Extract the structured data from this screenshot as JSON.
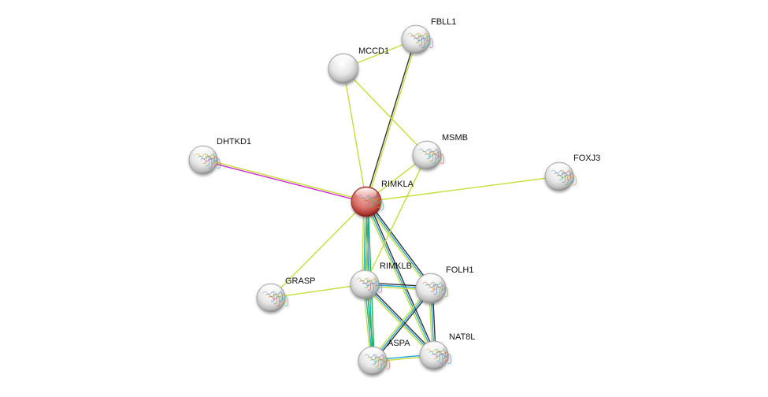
{
  "network": {
    "nodes": [
      {
        "id": "RIMKLA",
        "label": "RIMKLA",
        "query": true,
        "color": "#d9534f",
        "icon": "protein-structure-icon"
      },
      {
        "id": "FBLL1",
        "label": "FBLL1",
        "query": false,
        "icon": "protein-structure-icon"
      },
      {
        "id": "MCCD1",
        "label": "MCCD1",
        "query": false,
        "icon": "empty-node-icon"
      },
      {
        "id": "MSMB",
        "label": "MSMB",
        "query": false,
        "icon": "protein-structure-icon"
      },
      {
        "id": "DHTKD1",
        "label": "DHTKD1",
        "query": false,
        "icon": "protein-structure-icon"
      },
      {
        "id": "FOXJ3",
        "label": "FOXJ3",
        "query": false,
        "icon": "protein-structure-icon"
      },
      {
        "id": "GRASP",
        "label": "GRASP",
        "query": false,
        "icon": "protein-structure-icon"
      },
      {
        "id": "RIMKLB",
        "label": "RIMKLB",
        "query": false,
        "icon": "protein-structure-icon"
      },
      {
        "id": "FOLH1",
        "label": "FOLH1",
        "query": false,
        "icon": "protein-structure-icon"
      },
      {
        "id": "ASPA",
        "label": "ASPA",
        "query": false,
        "icon": "protein-structure-icon"
      },
      {
        "id": "NAT8L",
        "label": "NAT8L",
        "query": false,
        "icon": "protein-structure-icon"
      }
    ],
    "edges": [
      {
        "source": "RIMKLA",
        "target": "FBLL1",
        "evidence": [
          "coexpression",
          "textmining"
        ]
      },
      {
        "source": "RIMKLA",
        "target": "MCCD1",
        "evidence": [
          "textmining"
        ]
      },
      {
        "source": "MCCD1",
        "target": "FBLL1",
        "evidence": [
          "textmining"
        ]
      },
      {
        "source": "MCCD1",
        "target": "MSMB",
        "evidence": [
          "textmining"
        ]
      },
      {
        "source": "RIMKLA",
        "target": "MSMB",
        "evidence": [
          "textmining"
        ]
      },
      {
        "source": "RIMKLA",
        "target": "DHTKD1",
        "evidence": [
          "experiments",
          "textmining"
        ]
      },
      {
        "source": "RIMKLA",
        "target": "FOXJ3",
        "evidence": [
          "textmining"
        ]
      },
      {
        "source": "RIMKLA",
        "target": "GRASP",
        "evidence": [
          "textmining"
        ]
      },
      {
        "source": "RIMKLA",
        "target": "RIMKLB",
        "evidence": [
          "homology",
          "neighborhood",
          "databases",
          "textmining"
        ]
      },
      {
        "source": "RIMKLA",
        "target": "FOLH1",
        "evidence": [
          "coexpression",
          "databases",
          "textmining"
        ]
      },
      {
        "source": "RIMKLA",
        "target": "ASPA",
        "evidence": [
          "gene-fusion",
          "databases",
          "textmining"
        ]
      },
      {
        "source": "RIMKLA",
        "target": "NAT8L",
        "evidence": [
          "coexpression",
          "databases",
          "textmining"
        ]
      },
      {
        "source": "MSMB",
        "target": "RIMKLB",
        "evidence": [
          "textmining"
        ]
      },
      {
        "source": "GRASP",
        "target": "RIMKLB",
        "evidence": [
          "textmining"
        ]
      },
      {
        "source": "RIMKLB",
        "target": "FOLH1",
        "evidence": [
          "coexpression",
          "databases",
          "textmining"
        ]
      },
      {
        "source": "RIMKLB",
        "target": "ASPA",
        "evidence": [
          "gene-fusion",
          "databases",
          "textmining"
        ]
      },
      {
        "source": "RIMKLB",
        "target": "NAT8L",
        "evidence": [
          "coexpression",
          "databases",
          "textmining"
        ]
      },
      {
        "source": "FOLH1",
        "target": "ASPA",
        "evidence": [
          "coexpression",
          "databases",
          "textmining"
        ]
      },
      {
        "source": "FOLH1",
        "target": "NAT8L",
        "evidence": [
          "coexpression",
          "databases",
          "textmining"
        ]
      },
      {
        "source": "ASPA",
        "target": "NAT8L",
        "evidence": [
          "databases",
          "textmining"
        ]
      }
    ],
    "evidence_colors": {
      "textmining": "#c7dd3a",
      "coexpression": "#333333",
      "databases": "#27a6d9",
      "experiments": "#cc2ecc",
      "homology": "#6d6df2",
      "neighborhood": "#2aa02a",
      "gene-fusion": "#1ab54a"
    }
  }
}
